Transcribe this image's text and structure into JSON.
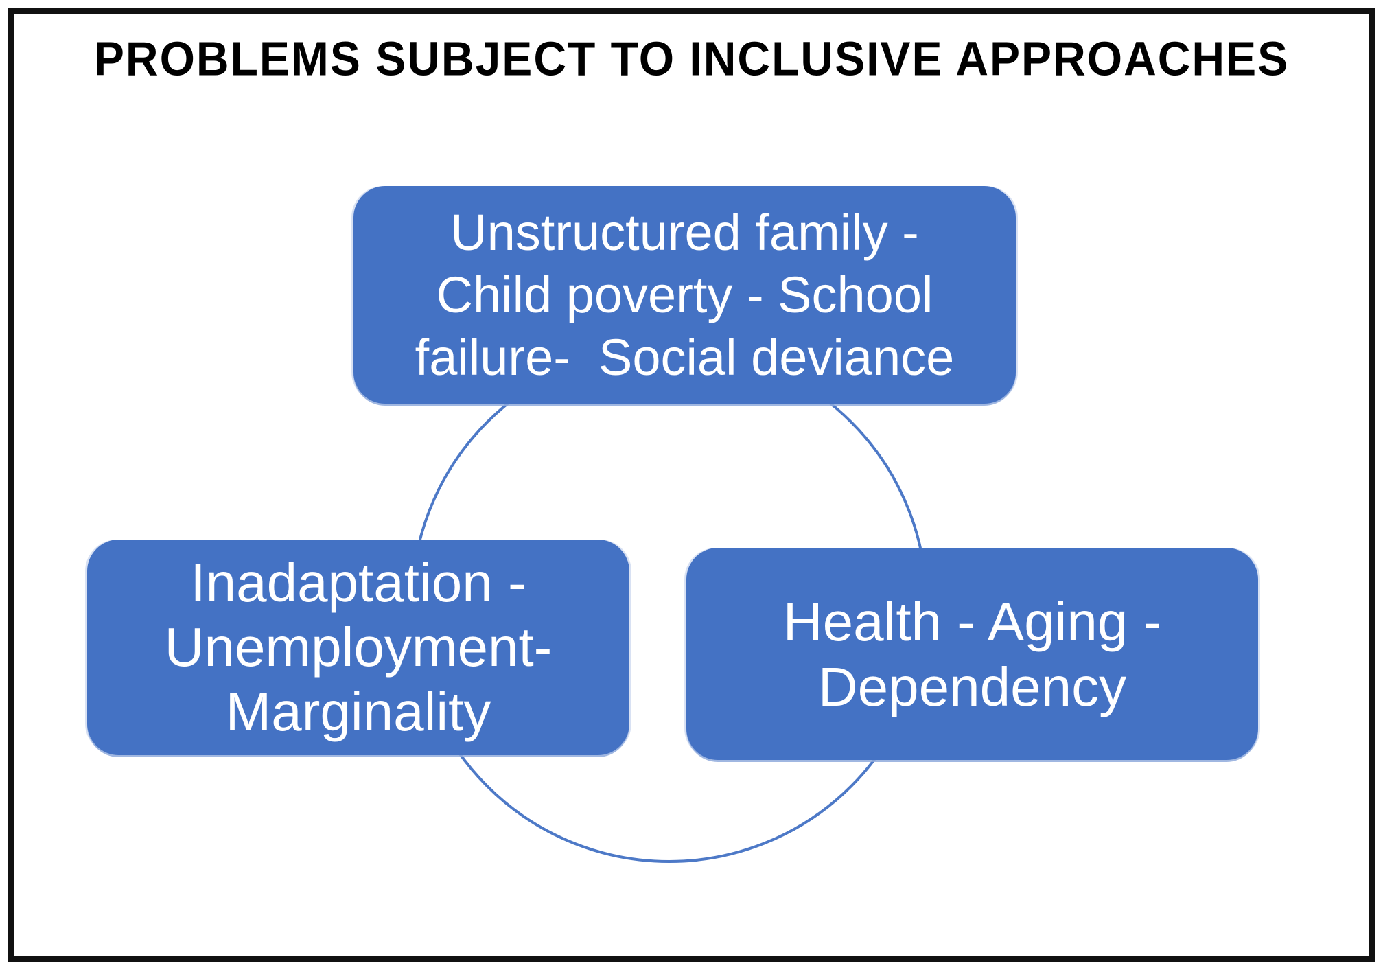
{
  "title": "PROBLEMS SUBJECT TO INCLUSIVE APPROACHES",
  "diagram": {
    "type": "cycle",
    "shape": "circle-with-three-rounded-rectangle-nodes",
    "nodes": [
      {
        "key": "unstructured-family",
        "lines": [
          "Unstructured family -",
          "Child poverty - School",
          "failure-  Social deviance"
        ]
      },
      {
        "key": "inadaptation",
        "lines": [
          "Inadaptation -",
          "Unemployment-",
          "Marginality"
        ]
      },
      {
        "key": "health",
        "lines": [
          "Health - Aging -",
          "Dependency"
        ]
      }
    ]
  },
  "colors": {
    "background": "#FFFFFF",
    "frame_border": "#111111",
    "title_text": "#000000",
    "node_fill": "#4472C4",
    "node_text": "#FFFFFF",
    "circle_stroke": "#4D79C7"
  }
}
